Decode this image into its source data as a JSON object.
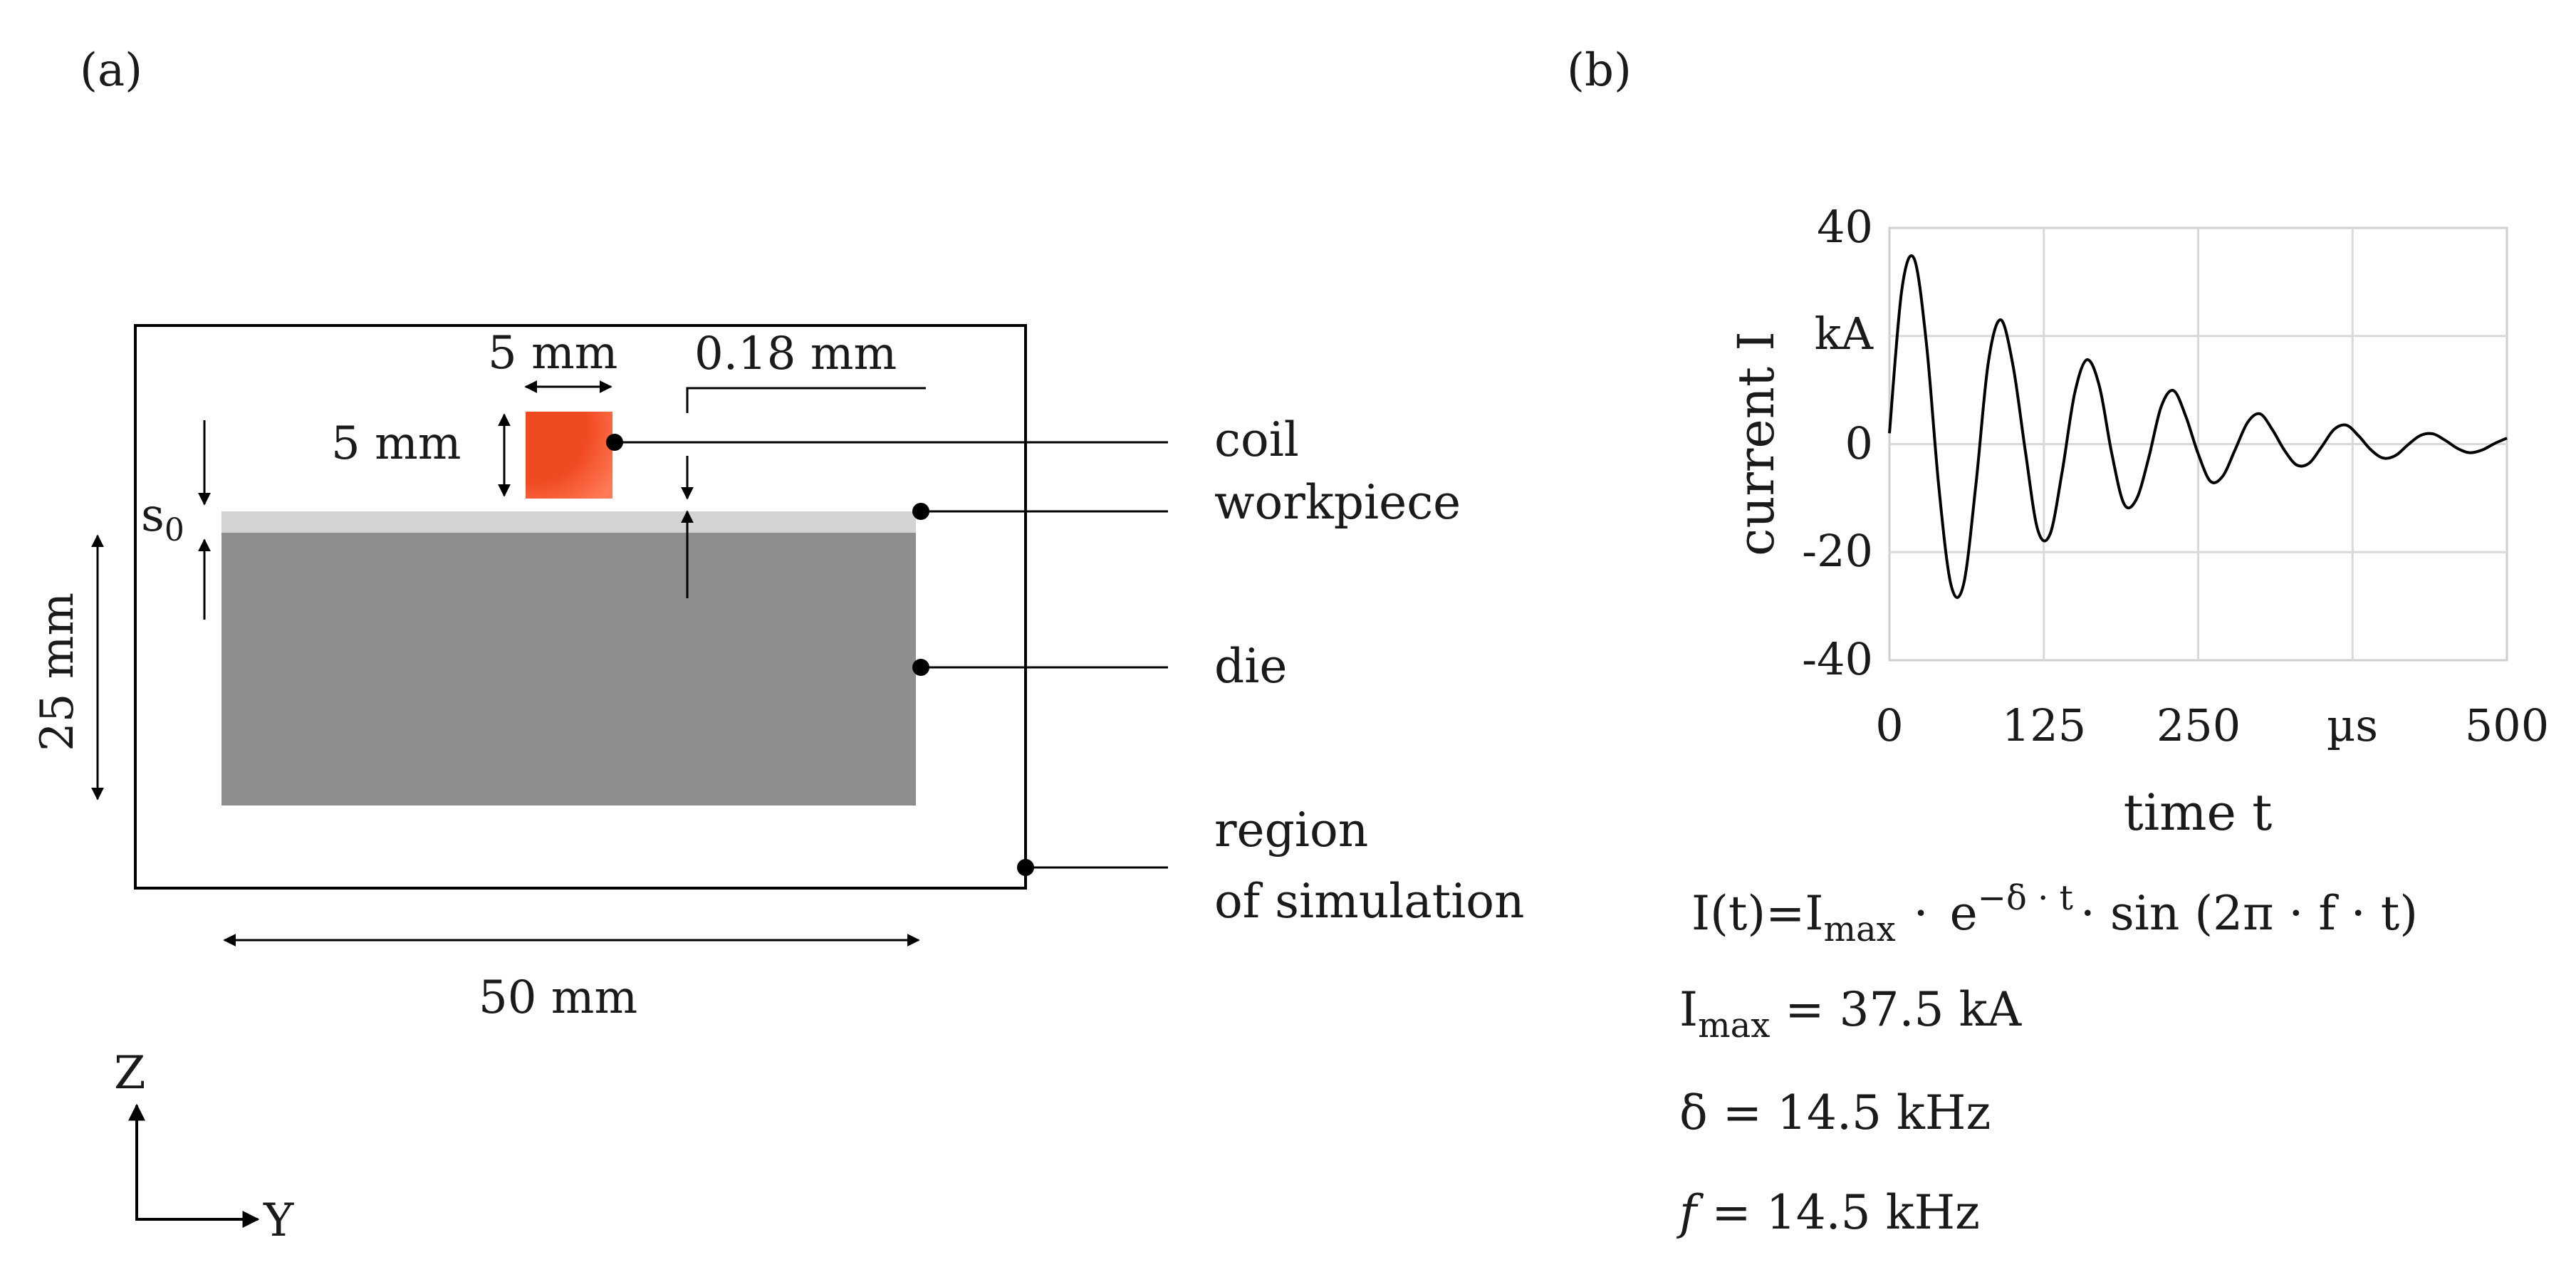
{
  "panel_a": {
    "label": "(a)",
    "dim_coil_width": "5 mm",
    "dim_coil_height": "5 mm",
    "dim_gap": "0.18 mm",
    "dim_s0": "s",
    "dim_s0_sub": "0",
    "dim_die_height": "25 mm",
    "dim_die_width": "50 mm",
    "label_coil": "coil",
    "label_workpiece": "workpiece",
    "label_die": "die",
    "label_region_line1": "region",
    "label_region_line2": "of simulation",
    "axis_z": "Z",
    "axis_y": "Y",
    "colors": {
      "coil": "#f04a22",
      "die": "#8e8e8e",
      "workpiece": "#d3d3d3"
    }
  },
  "panel_b": {
    "label": "(b)",
    "ylabel": "current I",
    "ylabel_unit": "kA",
    "xlabel": "time t",
    "x_tick_labels": [
      "0",
      "125",
      "250",
      "µs",
      "500"
    ],
    "y_tick_labels": [
      "40",
      "kA",
      "0",
      "-20",
      "-40"
    ],
    "formula": {
      "lhs": "I(t)=I",
      "sub_max": "max",
      "dot1": "·",
      "e": "e",
      "exp": "−δ · t",
      "rest": "· sin (2π · f · t)"
    },
    "imax_line": {
      "sym": "I",
      "sub": "max",
      "val": " = 37.5 kA"
    },
    "delta_line": "δ = 14.5 kHz",
    "f_line": {
      "sym": "f",
      "val": " = 14.5 kHz"
    }
  },
  "chart_data": {
    "type": "line",
    "xlabel": "time t",
    "ylabel": "current I",
    "xlim": [
      0,
      500
    ],
    "ylim": [
      -40,
      40
    ],
    "x_unit": "µs",
    "y_unit": "kA",
    "grid": true,
    "formula_params": {
      "Imax_kA": 37.5,
      "delta_kHz": 14.5,
      "f_kHz": 14.5
    },
    "series": [
      {
        "x": [
          0,
          10,
          20,
          30,
          40,
          50,
          60,
          70,
          80,
          90,
          100,
          110,
          120,
          130,
          140,
          150,
          160,
          170,
          180,
          190,
          200,
          210,
          220,
          230,
          240,
          250,
          260,
          270,
          280,
          290,
          300,
          310,
          320,
          330,
          340,
          350,
          360,
          370,
          380,
          390,
          400,
          410,
          420,
          430,
          440,
          450,
          460,
          470,
          480,
          490,
          500
        ],
        "y": [
          2.0,
          28.5,
          34.3,
          18.5,
          -8.0,
          -26.2,
          -26.0,
          -7.5,
          15.0,
          23.0,
          14.6,
          -1.2,
          -15.8,
          -16.7,
          -4.9,
          9.4,
          15.6,
          10.7,
          -1.7,
          -11.1,
          -10.2,
          -2.5,
          6.9,
          9.9,
          5.1,
          -1.8,
          -6.9,
          -5.9,
          -1.0,
          4.0,
          5.6,
          2.7,
          -1.2,
          -3.9,
          -3.5,
          -0.5,
          2.7,
          3.5,
          1.5,
          -1.1,
          -2.6,
          -2.1,
          -0.1,
          1.6,
          1.9,
          0.7,
          -0.8,
          -1.6,
          -1.1,
          0.1,
          1.1
        ]
      }
    ]
  }
}
